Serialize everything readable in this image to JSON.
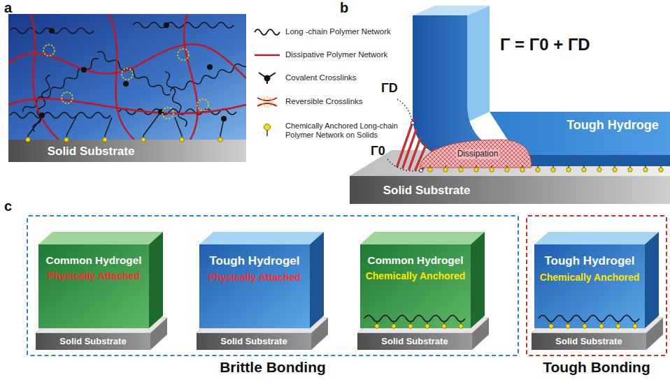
{
  "diagram": {
    "nodes": [
      {
        "text": [
          "Solid Substrate"
        ]
      },
      {
        "text": [
          "Tough Hydroge"
        ]
      },
      {
        "text": [
          "Dissipation"
        ]
      },
      {
        "text": [
          "Solid Substrate"
        ]
      },
      {
        "text": [
          "Brittle Bonding"
        ]
      },
      {
        "text": [
          "Common Hydrogel",
          "Physically Attached"
        ],
        "in": 4
      },
      {
        "text": [
          "Solid Substrate"
        ],
        "in": 4
      },
      {
        "text": [
          "Tough Hydrogel",
          "Physically Attached"
        ],
        "in": 4
      },
      {
        "text": [
          "Solid Substrate"
        ],
        "in": 4
      },
      {
        "text": [
          "Common Hydrogel",
          "Chemically Anchored"
        ],
        "in": 4
      },
      {
        "text": [
          "Solid Substrate"
        ],
        "in": 4
      },
      {
        "text": [
          "Tough Bonding"
        ]
      },
      {
        "text": [
          "Tough Hydrogel",
          "Chemically Anchored"
        ],
        "in": 11
      },
      {
        "text": [
          "Solid Substrate"
        ],
        "in": 11
      }
    ],
    "labels": [
      "a",
      "b",
      "Γ = Γ0 + ΓD",
      "ΓD",
      "Γ0",
      "c"
    ],
    "legend": [
      {
        "text": "Long -chain Polymer Network"
      },
      {
        "text": "Dissipative Polymer Network"
      },
      {
        "text": "Covalent Crosslinks"
      },
      {
        "text": "Reversible Crosslinks"
      },
      {
        "text": "Chemically Anchored Long-chain Polymer Network on Solids"
      }
    ]
  }
}
